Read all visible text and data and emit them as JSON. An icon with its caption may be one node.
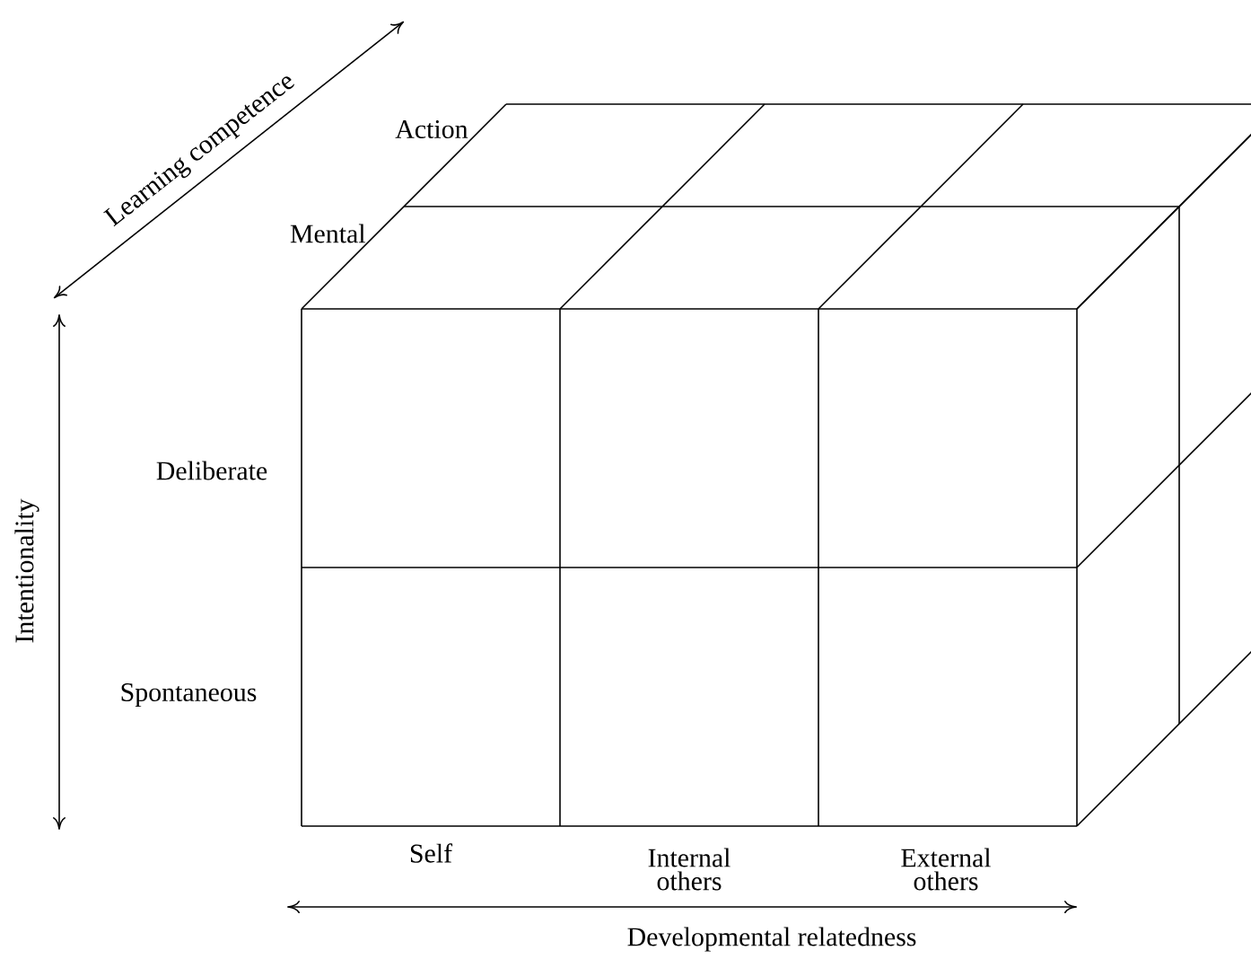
{
  "diagram": {
    "labels": [
      "Action",
      "Learning competence",
      "Mental",
      "Intentionality",
      "Deliberate",
      "Spontaneous",
      "Self",
      "Internal others",
      "External others",
      "Developmental relatedness"
    ]
  }
}
